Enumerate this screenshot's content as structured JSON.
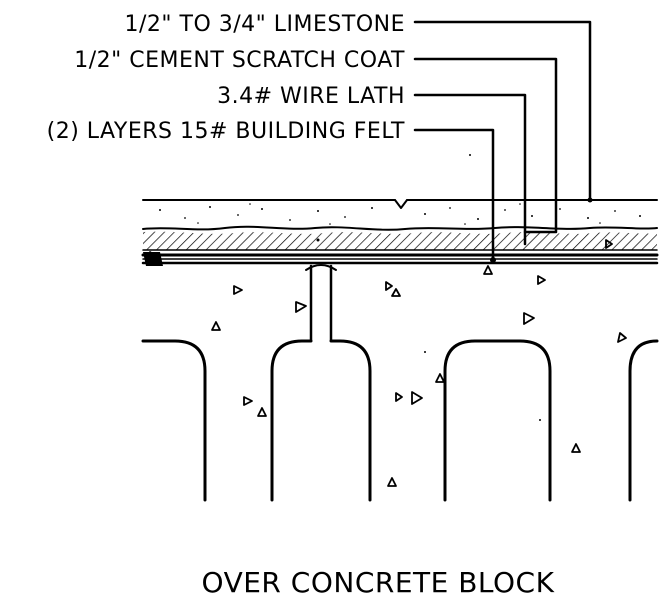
{
  "callouts": [
    {
      "label": "1/2\" TO 3/4\" LIMESTONE"
    },
    {
      "label": "1/2\" CEMENT SCRATCH COAT"
    },
    {
      "label": "3.4# WIRE LATH"
    },
    {
      "label": "(2) LAYERS 15# BUILDING FELT"
    }
  ],
  "caption": "OVER CONCRETE BLOCK",
  "colors": {
    "ink": "#000000",
    "background": "#ffffff"
  }
}
